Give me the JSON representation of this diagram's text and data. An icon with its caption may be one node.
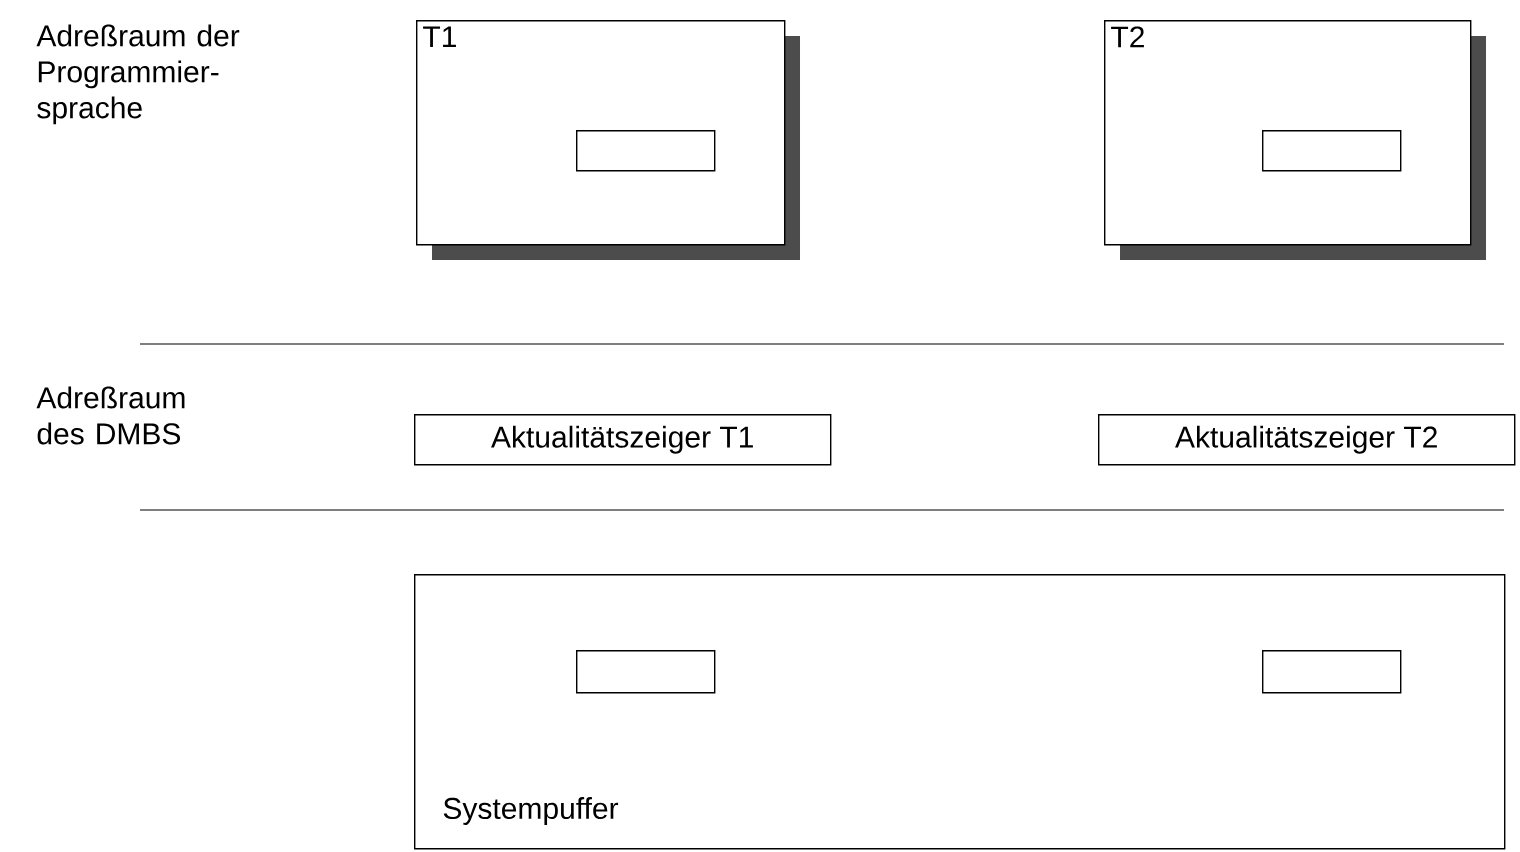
{
  "diagram": {
    "nodes": [
      {
        "text": [
          "T1"
        ]
      },
      {
        "text": [],
        "shape": "box",
        "in": 0
      },
      {
        "text": [
          "T2"
        ]
      },
      {
        "text": [],
        "shape": "box",
        "in": 2
      },
      {
        "text": [
          "Aktualitätszeiger T1"
        ]
      },
      {
        "text": [
          "Aktualitätszeiger T2"
        ]
      },
      {
        "text": [
          "Systempuffer"
        ]
      },
      {
        "text": [],
        "shape": "box",
        "in": 6
      },
      {
        "text": [],
        "shape": "box",
        "in": 6
      }
    ],
    "labels": [
      "Adreßraum der Programmier- sprache",
      "Adreßraum des DMBS"
    ]
  }
}
